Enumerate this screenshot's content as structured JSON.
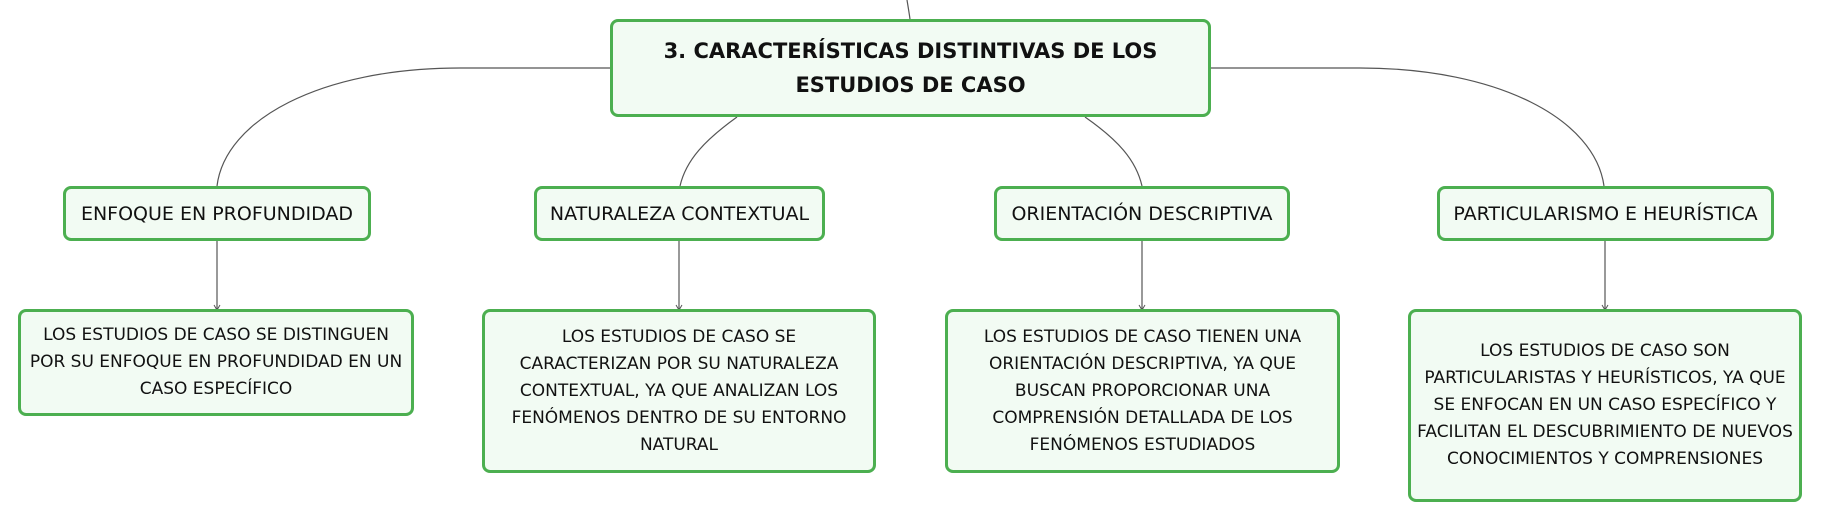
{
  "root": {
    "title": "3. CARACTERÍSTICAS DISTINTIVAS DE LOS ESTUDIOS DE CASO"
  },
  "branches": [
    {
      "label": "ENFOQUE EN PROFUNDIDAD",
      "detail": "LOS ESTUDIOS DE CASO SE DISTINGUEN POR SU ENFOQUE EN PROFUNDIDAD EN UN CASO ESPECÍFICO"
    },
    {
      "label": "NATURALEZA CONTEXTUAL",
      "detail": "LOS ESTUDIOS DE CASO SE CARACTERIZAN POR SU NATURALEZA CONTEXTUAL, YA QUE ANALIZAN LOS FENÓMENOS DENTRO DE SU ENTORNO NATURAL"
    },
    {
      "label": "ORIENTACIÓN DESCRIPTIVA",
      "detail": "LOS ESTUDIOS DE CASO TIENEN UNA ORIENTACIÓN DESCRIPTIVA, YA QUE BUSCAN PROPORCIONAR UNA COMPRENSIÓN DETALLADA DE LOS FENÓMENOS ESTUDIADOS"
    },
    {
      "label": "PARTICULARISMO E HEURÍSTICA",
      "detail": "LOS ESTUDIOS DE CASO SON PARTICULARISTAS Y HEURÍSTICOS, YA QUE SE ENFOCAN EN UN CASO ESPECÍFICO Y FACILITAN EL DESCUBRIMIENTO DE NUEVOS CONOCIMIENTOS Y COMPRENSIONES"
    }
  ],
  "colors": {
    "node_border": "#4caf50",
    "node_fill": "#f2fbf3",
    "connector": "#555555"
  }
}
